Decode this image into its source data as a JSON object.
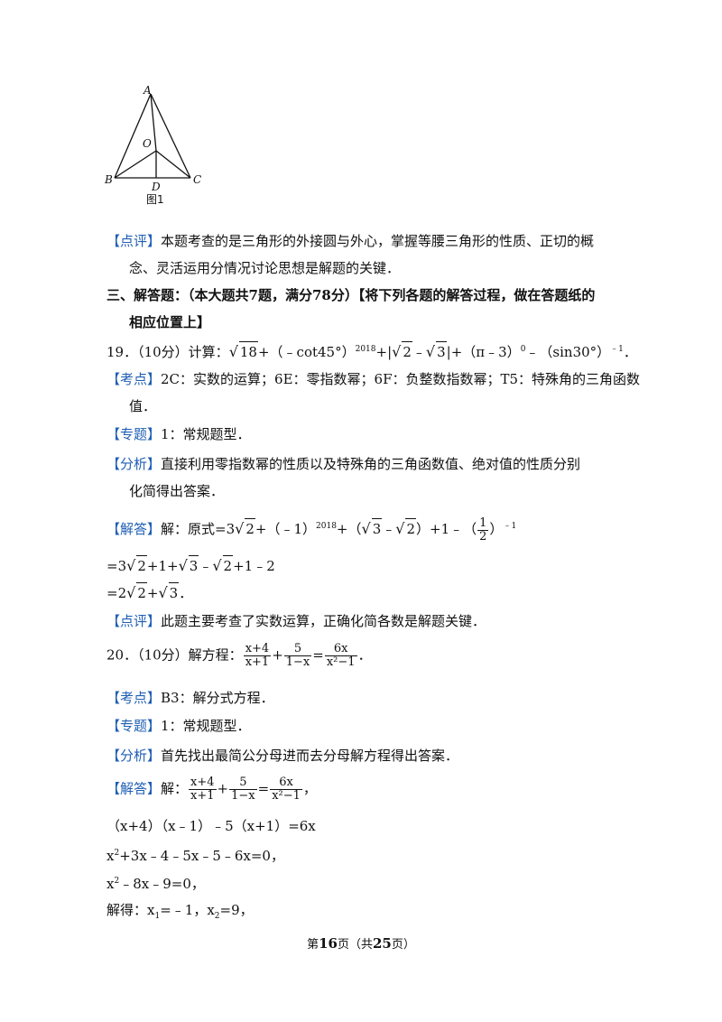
{
  "figure": {
    "labels": {
      "A": "A",
      "O": "O",
      "B": "B",
      "C": "C",
      "D": "D"
    },
    "caption": "图1"
  },
  "p18_comment": {
    "tag": "【点评】",
    "line1": "本题考查的是三角形的外接圆与外心，掌握等腰三角形的性质、正切的概",
    "line2": "念、灵活运用分情况讨论思想是解题的关键．"
  },
  "section3": {
    "line1": "三、解答题：（本大题共7题，满分78分）【将下列各题的解答过程，做在答题纸的",
    "line2": "相应位置上】"
  },
  "q19": {
    "num": "19．",
    "score": "（10分）计算：",
    "t1": "18",
    "t2": "+（﹣cot45°）",
    "exp2018": "2018",
    "t3": "+|",
    "r2": "2",
    "t4": "﹣",
    "r3": "3",
    "t5": "|+（π﹣3）",
    "exp0": "0",
    "t6": "﹣（sin30°）",
    "expm1": "﹣1",
    "t7": "．"
  },
  "q19_kaodian": {
    "tag": "【考点】",
    "line1": "2C：实数的运算；6E：零指数幂；6F：负整数指数幂；T5：特殊角的三角函数",
    "line2": "值．"
  },
  "q19_zhuanti": {
    "tag": "【专题】",
    "text": "1：常规题型．"
  },
  "q19_fenxi": {
    "tag": "【分析】",
    "line1": "直接利用零指数幂的性质以及特殊角的三角函数值、绝对值的性质分别",
    "line2": "化简得出答案．"
  },
  "q19_jieda": {
    "tag": "【解答】",
    "a1": "解：原式=3",
    "r2": "2",
    "a2": "+（﹣1）",
    "exp2018": "2018",
    "a3": "+（",
    "r3": "3",
    "a4": "﹣",
    "a5": "）+1﹣（",
    "fn": "1",
    "fd": "2",
    "a6": "）",
    "expm1": "﹣1"
  },
  "q19_step2": {
    "a": "=3",
    "r2a": "2",
    "b": "+1+",
    "r3": "3",
    "c": "﹣",
    "r2b": "2",
    "d": "+1﹣2"
  },
  "q19_step3": {
    "a": "=2",
    "r2": "2",
    "b": "+",
    "r3": "3",
    "c": "．"
  },
  "q19_dianping": {
    "tag": "【点评】",
    "text": "此题主要考查了实数运算，正确化简各数是解题关键．"
  },
  "q20": {
    "num": "20．",
    "score": "（10分）解方程：",
    "f1n": "x+4",
    "f1d": "x+1",
    "plus": "+",
    "f2n": "5",
    "f2d": "1−x",
    "eq": "=",
    "f3n": "6x",
    "f3d": "x²−1",
    "end": "．"
  },
  "q20_kaodian": {
    "tag": "【考点】",
    "text": "B3：解分式方程．"
  },
  "q20_zhuanti": {
    "tag": "【专题】",
    "text": "1：常规题型．"
  },
  "q20_fenxi": {
    "tag": "【分析】",
    "text": "首先找出最简公分母进而去分母解方程得出答案．"
  },
  "q20_jieda": {
    "tag": "【解答】",
    "pre": "解：",
    "end": "，"
  },
  "q20_s1": "（x+4）（x﹣1）﹣5（x+1）=6x",
  "q20_s2": {
    "a": "x",
    "exp": "2",
    "b": "+3x﹣4﹣5x﹣5﹣6x=0，"
  },
  "q20_s3": {
    "a": "x",
    "exp": "2",
    "b": "﹣8x﹣9=0，"
  },
  "q20_s4": {
    "a": "解得：x",
    "s1": "1",
    "b": "=﹣1，x",
    "s2": "2",
    "c": "=9，"
  },
  "footer": {
    "pre": "第",
    "page": "16",
    "mid": "页（共",
    "total": "25",
    "post": "页）"
  }
}
